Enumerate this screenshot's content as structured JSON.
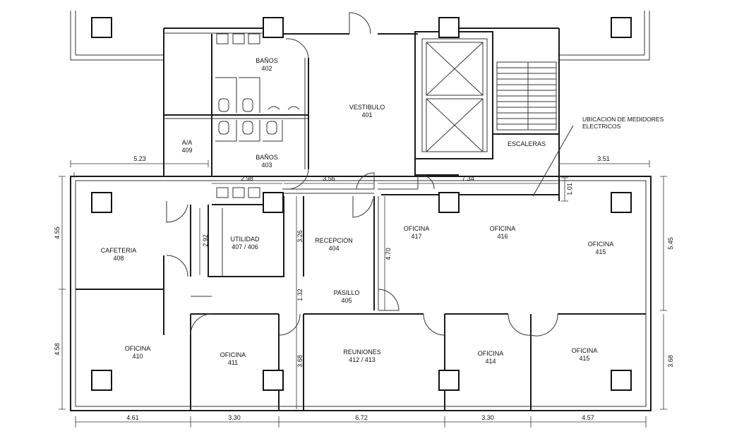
{
  "rooms": {
    "banos_402": {
      "name": "BAÑOS",
      "num": "402"
    },
    "vestibulo": {
      "name": "VESTIBULO",
      "num": "401"
    },
    "banos_403": {
      "name": "BAÑOS",
      "num": "403"
    },
    "aa": {
      "name": "A/A",
      "num": "409"
    },
    "escaleras": {
      "name": "ESCALERAS"
    },
    "utilidad": {
      "name": "UTILIDAD",
      "num": "407 / 406"
    },
    "recepcion": {
      "name": "RECEPCION",
      "num": "404"
    },
    "oficina417": {
      "name": "OFICINA",
      "num": "417"
    },
    "oficina416": {
      "name": "OFICINA",
      "num": "416"
    },
    "oficina415a": {
      "name": "OFICINA",
      "num": "415"
    },
    "cafeteria": {
      "name": "CAFETERIA",
      "num": "408"
    },
    "pasillo": {
      "name": "PASILLO",
      "num": "405"
    },
    "oficina410": {
      "name": "OFICINA",
      "num": "410"
    },
    "oficina411": {
      "name": "OFICINA",
      "num": "411"
    },
    "reuniones": {
      "name": "REUNIONES",
      "num": "412 / 413"
    },
    "oficina414": {
      "name": "OFICINA",
      "num": "414"
    },
    "oficina415b": {
      "name": "OFICINA",
      "num": "415"
    }
  },
  "note": {
    "line1": "UBICACION DE MEDIDORES",
    "line2": "ELECTRICOS"
  },
  "dimensions": {
    "d523": "5.23",
    "d298": "2.98",
    "d356": "3.56",
    "d734": "7.34",
    "d351": "3.51",
    "d101": "1.01",
    "d455": "4.55",
    "d458": "4.58",
    "d292": "2.92",
    "d326": "3.26",
    "d132": "1.32",
    "d368a": "3.68",
    "d470": "4.70",
    "d545": "5.45",
    "d368b": "3.68",
    "b461": "4.61",
    "b330a": "3.30",
    "b672": "6.72",
    "b330b": "3.30",
    "b457": "4.57"
  }
}
